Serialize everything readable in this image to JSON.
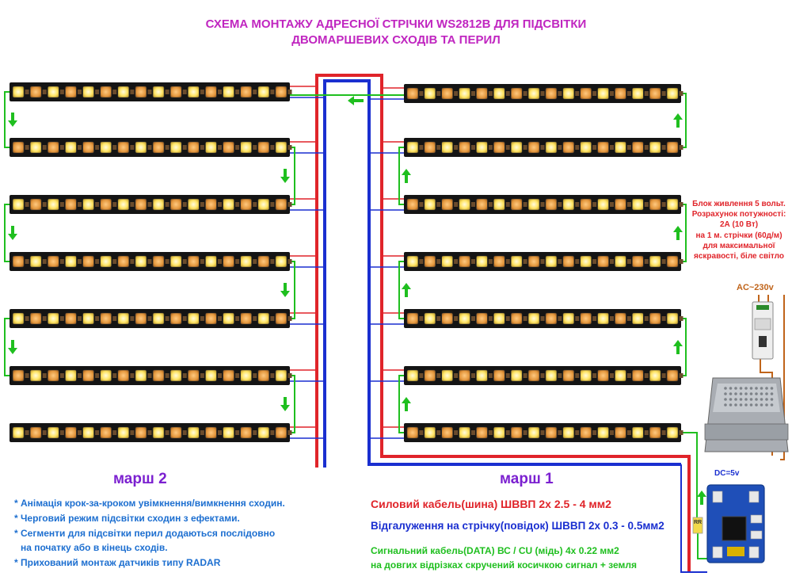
{
  "title": {
    "line1": "СХЕМА МОНТАЖУ АДРЕСНОЇ СТРІЧКИ WS2812B ДЛЯ ПІДСВІТКИ",
    "line2": "ДВОМАРШЕВИХ СХОДІВ ТА ПЕРИЛ"
  },
  "flights": {
    "left": "марш 2",
    "right": "марш 1"
  },
  "notes": [
    "* Анімація крок-за-кроком увімкнення/вимкнення сходин.",
    "* Черговий режим підсвітки сходин з ефектами.",
    "* Сегменти для підсвітки перил додаються послідовно",
    "на початку або в кінець сходів.",
    "* Прихований монтаж датчиків типу RADAR"
  ],
  "cables": {
    "power": "Силовий кабель(шина) ШВВП 2х 2.5 - 4 мм2",
    "branch": "Відгалуження на стрічку(повідок) ШВВП 2х 0.3 - 0.5мм2",
    "signal1": "Сигнальний кабель(DATA) ВС / CU (мідь) 4х 0.22 мм2",
    "signal2": "на довгих відрізках скручений косичкою сигнал + земля"
  },
  "psu_note": [
    "Блок живлення 5 вольт.",
    "Розрахунок потужності:",
    "2А (10 Вт)",
    "на 1 м. стрічки (60д/м)",
    "для максимальної",
    "яскравості, біле світло"
  ],
  "labels": {
    "ac": "AC~230v",
    "dc": "DC=5v",
    "resistor": "RR"
  },
  "colors": {
    "title": "#c026c0",
    "flight": "#7b20d0",
    "notes": "#1d6fd0",
    "power": "#e0242a",
    "branch": "#1a2fd0",
    "signal": "#1fbf1f",
    "ac_wire": "#c0641a",
    "strip": "#141414",
    "led_lit": "#ffe566",
    "led_dim": "#e3963c"
  },
  "strips": {
    "left_count": 7,
    "right_count": 7,
    "leds_per_strip": 16
  }
}
